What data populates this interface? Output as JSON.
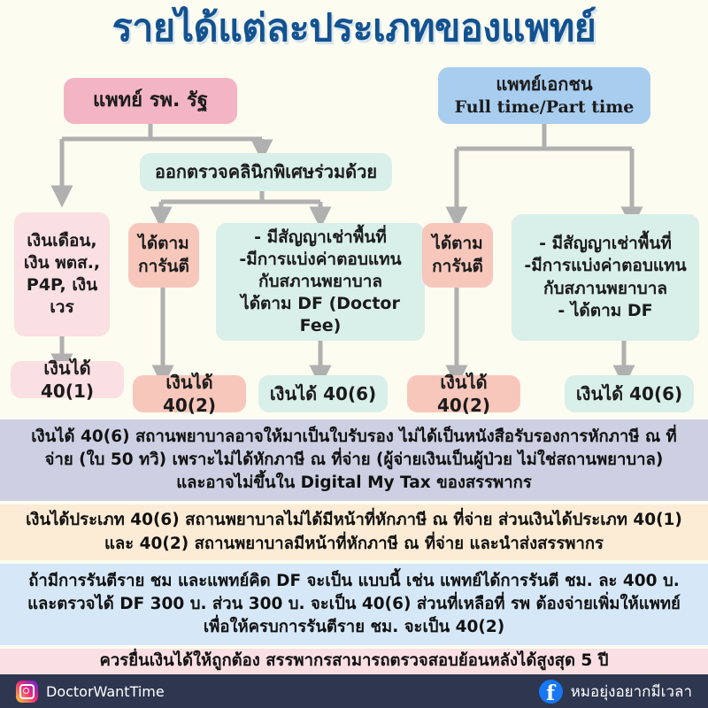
{
  "title": "รายได้แต่ละประเภทของแพทย์",
  "flow": {
    "public_doctor": {
      "label": "แพทย์ รพ. รัฐ"
    },
    "private_doctor": {
      "line1": "แพทย์เอกชน",
      "line2": "Full time/Part time"
    },
    "special_clinic": {
      "label": "ออกตรวจคลินิกพิเศษร่วมด้วย"
    },
    "salary_box": {
      "line1": "เงินเดือน,",
      "line2": "เงิน พตส.,",
      "line3": "P4P, เงิน",
      "line4": "เวร"
    },
    "guarantee_public": {
      "line1": "ได้ตาม",
      "line2": "การันตี"
    },
    "contract_public": {
      "line1": "- มีสัญญาเช่าพื้นที่",
      "line2": "-มีการแบ่งค่าตอบแทน",
      "line3": "กับสภานพยาบาล",
      "line4": "ได้ตาม DF (Doctor Fee)"
    },
    "guarantee_private": {
      "line1": "ได้ตาม",
      "line2": "การันตี"
    },
    "contract_private": {
      "line1": "- มีสัญญาเช่าพื้นที่",
      "line2": "-มีการแบ่งค่าตอบแทน",
      "line3": "กับสภานพยาบาล",
      "line4": "- ได้ตาม DF"
    },
    "results": {
      "r1": "เงินได้ 40(1)",
      "r2": "เงินได้ 40(2)",
      "r3": "เงินได้ 40(6)",
      "r4": "เงินได้ 40(2)",
      "r5": "เงินได้ 40(6)"
    }
  },
  "notes": {
    "note1": {
      "line1": "เงินได้ 40(6) สถานพยาบาลอาจให้มาเป็นใบรับรอง ไม่ได้เป็นหนังสือรับรองการหักภาษี ณ ที่",
      "line2": "จ่าย (ใบ 50 ทวิ) เพราะไม่ได้หักภาษี ณ ที่จ่าย (ผู้จ่ายเงินเป็นผู้ป่วย ไม่ใช่สถานพยาบาล)",
      "line3": "และอาจไม่ขึ้นใน Digital My Tax ของสรรพากร"
    },
    "note2": {
      "line1": "เงินได้ประเภท 40(6) สถานพยาบาลไม่ได้มีหน้าที่หักภาษี ณ ที่จ่าย ส่วนเงินได้ประเภท 40(1)",
      "line2": "และ 40(2) สถานพยาบาลมีหน้าที่หักภาษี ณ ที่จ่าย และนำส่งสรรพากร"
    },
    "note3": {
      "line1": "ถ้ามีการรันตีราย ชม และแพทย์คิด DF จะเป็น แบบนี้ เช่น แพทย์ได้การรันตี ชม. ละ 400 บ.",
      "line2": "และตรวจได้ DF 300 บ. ส่วน 300 บ. จะเป็น 40(6) ส่วนที่เหลือที่ รพ ต้องจ่ายเพิ่มให้แพทย์",
      "line3": "เพื่อให้ครบการรันตีราย ชม. จะเป็น 40(2)"
    },
    "note4": {
      "line1": "ควรยื่นเงินได้ให้ถูกต้อง สรรพากรสามารถตรวจสอบย้อนหลังได้สูงสุด 5 ปี"
    }
  },
  "footer": {
    "instagram_handle": "DoctorWantTime",
    "facebook_handle": "หมอยุ่งอยากมีเวลา"
  },
  "colors": {
    "background": "#fdfcf0",
    "title": "#13528f",
    "pink_strong": "#f3b4c3",
    "blue_strong": "#a8cdef",
    "pink_soft": "#fadfe3",
    "salmon": "#f7c7bc",
    "mint": "#d9efe9",
    "arrow": "#b0b0b0",
    "band1": "#ccd0e2",
    "band2": "#fcecd5",
    "band3": "#d6e8f8",
    "band4": "#fadfe3",
    "footer": "#2e3650"
  }
}
